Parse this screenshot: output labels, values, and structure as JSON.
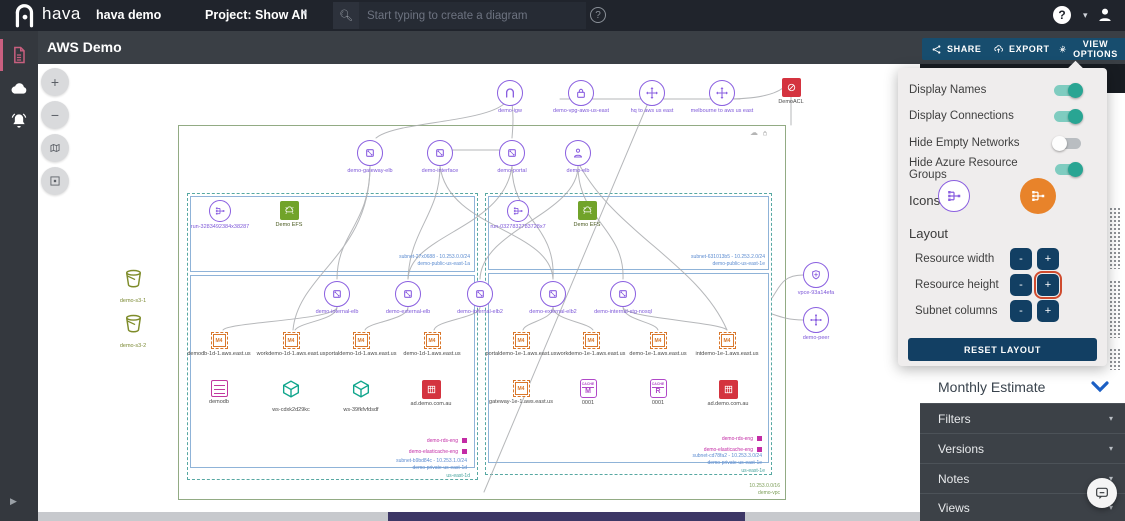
{
  "top_bar": {
    "logo": "hava",
    "workspace": "hava demo",
    "project": "Project: Show All",
    "search_placeholder": "Start typing to create a diagram",
    "help_outline": "?",
    "help_filled": "?"
  },
  "title_bar": {
    "title": "AWS Demo",
    "share": "SHARE",
    "export": "EXPORT",
    "view_options": "VIEW OPTIONS"
  },
  "view_options_panel": {
    "toggles": [
      {
        "label": "Display Names",
        "on": true
      },
      {
        "label": "Display Connections",
        "on": true
      },
      {
        "label": "Hide Empty Networks",
        "on": false
      },
      {
        "label": "Hide Azure Resource Groups",
        "on": true
      }
    ],
    "icons_label": "Icons",
    "layout_label": "Layout",
    "layout_rows": [
      {
        "label": "Resource width",
        "minus": "-",
        "plus": "+"
      },
      {
        "label": "Resource height",
        "minus": "-",
        "plus": "+"
      },
      {
        "label": "Subnet columns",
        "minus": "-",
        "plus": "+"
      }
    ],
    "reset_button": "RESET LAYOUT"
  },
  "right_panel": {
    "monthly_estimate": "Monthly Estimate",
    "sections": [
      "Filters",
      "Versions",
      "Notes",
      "Views"
    ]
  },
  "diagram": {
    "chip_text": "M4",
    "gateways": [
      {
        "label": "demo-igw"
      },
      {
        "label": "demo-vpg-aws-us-east"
      },
      {
        "label": "hq to aws us east"
      },
      {
        "label": "melbourne to aws us east"
      },
      {
        "label": "DemoACL"
      }
    ],
    "top_elbs": [
      "demo-gateway-elb",
      "demo-interface",
      "demo-portal",
      "demo-elb"
    ],
    "mid_elbs": [
      "demo-internal-elb",
      "demo-external-elb",
      "demo-internal-elb2",
      "demo-external-elb2",
      "demo-internal-stg-nosql"
    ],
    "s3": [
      "demo-s3-1",
      "demo-s3-2"
    ],
    "endpoints": [
      "vpce-93a14efa",
      "demo-peer"
    ],
    "vpc": {
      "cidr": "10.253.0.0/16",
      "name": "demo-vpc"
    },
    "left": {
      "mount": "run-3283492384x38287",
      "efs": "Demo EFS",
      "public_id": "subnet-27x0688 - 10.253.0.0/24",
      "public_name": "demo-public-us-east-1a",
      "instances": [
        "demodb-1d-1.aws.east.us",
        "workdemo-1d-1.aws.east.us",
        "portaldemo-1d-1.aws.east.us",
        "demo-1d-1.aws.east.us"
      ],
      "row2": [
        "demodb",
        "ws-cdxk2d29kc",
        "ws-39fkfvfdsdf",
        "ad.demo.com.au"
      ],
      "attach": [
        "demo-rds-eng",
        "demo-elasticache-eng"
      ],
      "private_id": "subnet-b9bd84c - 10.253.1.0/24",
      "private_name": "demo-private-us-east-1d",
      "az": "us-east-1d"
    },
    "right": {
      "mount": "run-0327832783728x7",
      "efs": "Demo EFS",
      "public_id": "subnet-631013b5 - 10.253.2.0/24",
      "public_name": "demo-public-us-east-1e",
      "instances": [
        "portaldemo-1e-1.aws.east.us",
        "workdemo-1e-1.aws.east.us",
        "demo-1e-1.aws.east.us",
        "intdemo-1e-1.aws.east.us"
      ],
      "gateway_instance": "gateway-1e-1.aws.east.us",
      "cache_m": {
        "top": "CACHE",
        "letter": "M",
        "label": "0001"
      },
      "cache_r": {
        "top": "CACHE",
        "letter": "R",
        "label": "0001"
      },
      "ad": "ad.demo.com.au",
      "attach": [
        "demo-rds-eng",
        "demo-elasticache-eng"
      ],
      "private_id": "subnet-cd78fa2 - 10.253.3.0/24",
      "private_name": "demo-private-us-east-1e",
      "az": "us-east-1e"
    }
  },
  "colors": {
    "accent_teal": "#29a593",
    "navy_button": "#123f63",
    "aws_purple": "#8a5fe0",
    "aws_orange": "#d9772b",
    "alert_red": "#d4333f",
    "magenta": "#c32ba5",
    "highlight_red": "#cf4b2e",
    "scroll_thumb": "#3d3766"
  }
}
